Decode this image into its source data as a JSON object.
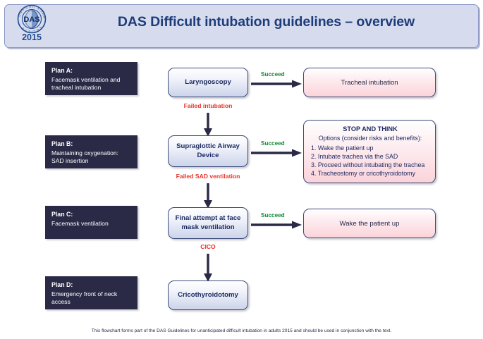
{
  "header": {
    "title": "DAS Difficult intubation guidelines – overview",
    "logo": {
      "name": "das-logo",
      "acronym": "DAS",
      "ring_text": "DIFFICULT AIRWAY SOCIETY",
      "year": "2015"
    }
  },
  "colors": {
    "header_bg": "#d6dcee",
    "header_border": "#8a97c4",
    "title_text": "#1f3c7a",
    "plan_box_bg": "#2a2a47",
    "process_border": "#3c4a7a",
    "process_blue_bottom": "#ccd4ea",
    "process_pink_bottom": "#fbd3da",
    "fail_label": "#e8342a",
    "succeed_label": "#0f8a35",
    "arrow": "#2a2a47"
  },
  "plans": [
    {
      "title": "Plan A:",
      "description": "Facemask ventilation and tracheal intubation"
    },
    {
      "title": "Plan B:",
      "description": "Maintaining oxygenation: SAD insertion"
    },
    {
      "title": "Plan C:",
      "description": "Facemask ventilation"
    },
    {
      "title": "Plan D:",
      "description": "Emergency front of neck access"
    }
  ],
  "steps": {
    "laryngoscopy": "Laryngoscopy",
    "tracheal_intubation": "Tracheal intubation",
    "sad": "Supraglottic Airway Device",
    "face_mask": "Final attempt at face mask ventilation",
    "wake_up": "Wake the patient up",
    "cricothyroidotomy": "Cricothyroidotomy"
  },
  "stop_and_think": {
    "title": "STOP AND THINK",
    "subtitle": "Options (consider risks and benefits):",
    "options": [
      "1. Wake the patient up",
      "2. Intubate trachea via the SAD",
      "3. Proceed without intubating the trachea",
      "4. Tracheostomy or cricothyroidotomy"
    ]
  },
  "transitions": {
    "succeed_a": "Succeed",
    "succeed_b": "Succeed",
    "succeed_c": "Succeed",
    "failed_intubation": "Failed intubation",
    "failed_sad": "Failed SAD ventilation",
    "cico": "CICO"
  },
  "footer": {
    "note": "This flowchart forms part of the DAS Guidelines for unanticipated difficult intubation in adults 2015 and should be used in conjunction with the text."
  }
}
